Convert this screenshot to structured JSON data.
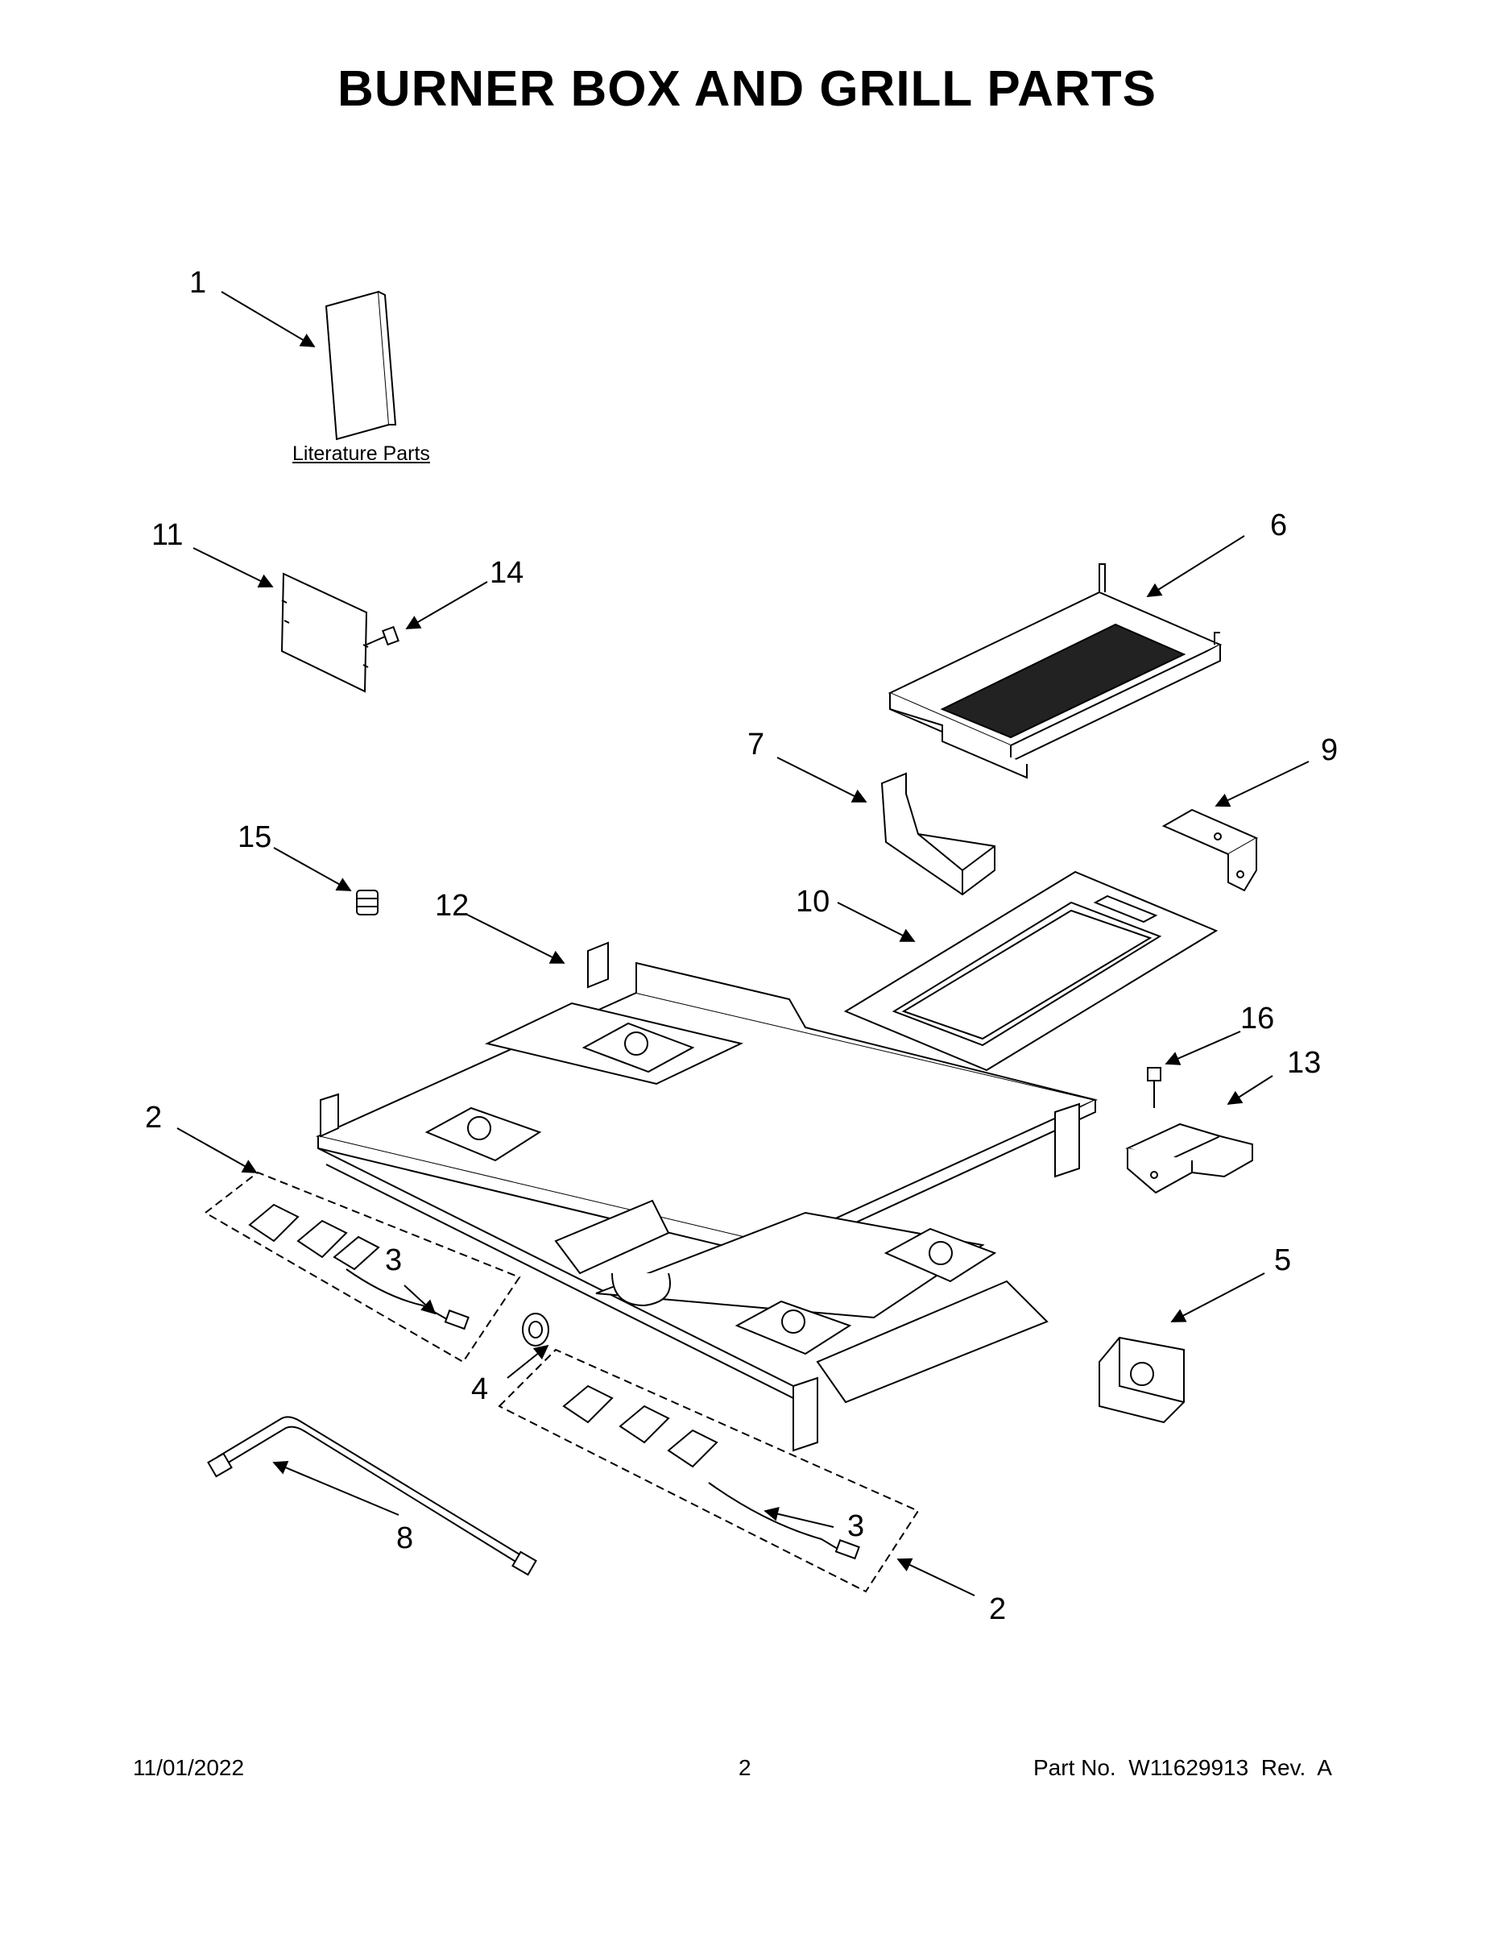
{
  "page": {
    "title": "BURNER BOX AND GRILL PARTS"
  },
  "diagram": {
    "literature_label": "Literature Parts",
    "callouts": {
      "c1": "1",
      "c2a": "2",
      "c2b": "2",
      "c3a": "3",
      "c3b": "3",
      "c4": "4",
      "c5": "5",
      "c6": "6",
      "c7": "7",
      "c8": "8",
      "c9": "9",
      "c10": "10",
      "c11": "11",
      "c12": "12",
      "c13": "13",
      "c14": "14",
      "c15": "15",
      "c16": "16"
    }
  },
  "footer": {
    "date": "11/01/2022",
    "page_number": "2",
    "part_no": "Part No.  W11629913  Rev.  A"
  }
}
